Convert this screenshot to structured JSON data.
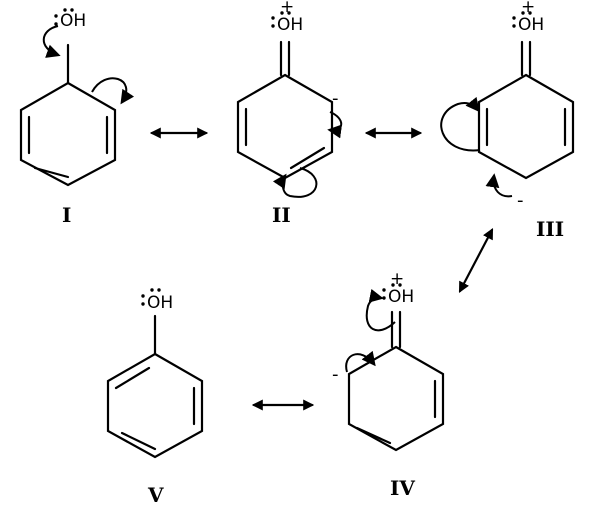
{
  "structures": [
    {
      "id": "I",
      "label": "I",
      "group": "OH",
      "charge": ""
    },
    {
      "id": "II",
      "label": "II",
      "group": "OH",
      "charge": "+",
      "carbanion": "-"
    },
    {
      "id": "III",
      "label": "III",
      "group": "OH",
      "charge": "+",
      "carbanion": "-"
    },
    {
      "id": "IV",
      "label": "IV",
      "group": "OH",
      "charge": "+",
      "carbanion": "-"
    },
    {
      "id": "V",
      "label": "V",
      "group": "OH",
      "charge": ""
    }
  ]
}
